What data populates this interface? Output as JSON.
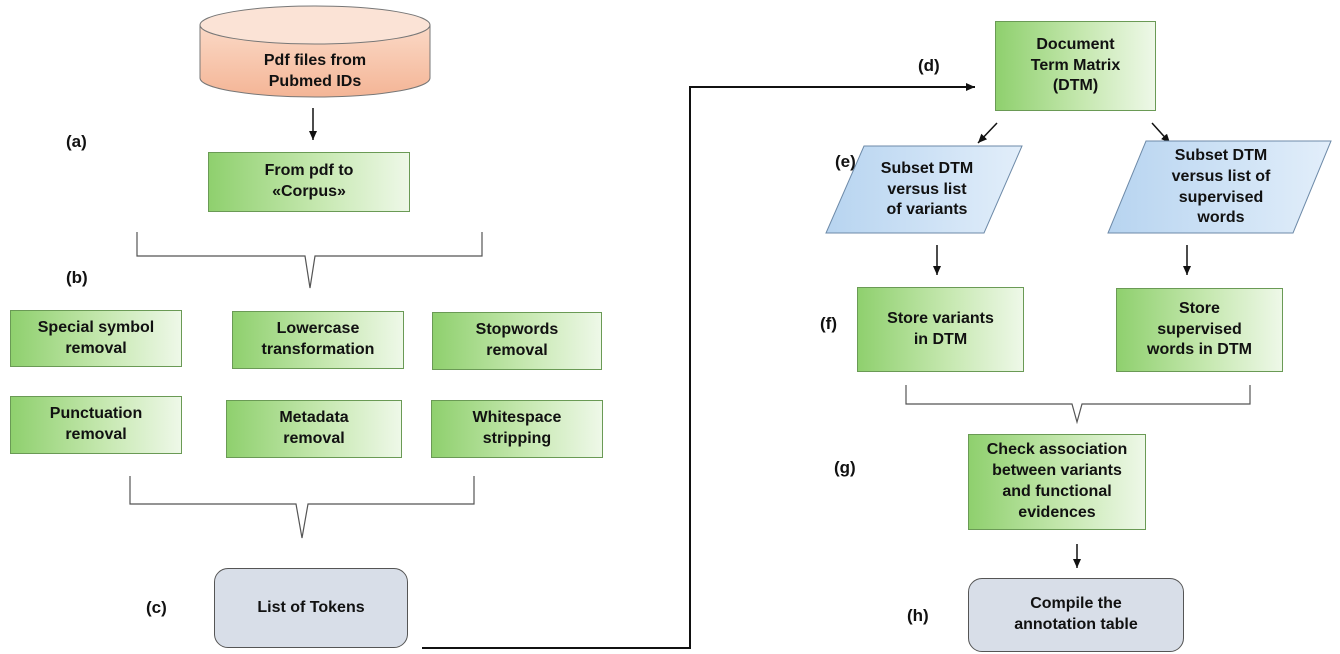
{
  "labels": {
    "a": "(a)",
    "b": "(b)",
    "c": "(c)",
    "d": "(d)",
    "e": "(e)",
    "f": "(f)",
    "g": "(g)",
    "h": "(h)"
  },
  "nodes": {
    "pdf_db": "Pdf files from\nPubmed IDs",
    "corpus": "From pdf to\n«Corpus»",
    "special_symbol": "Special  symbol\nremoval",
    "lowercase": "Lowercase\ntransformation",
    "stopwords": "Stopwords\nremoval",
    "punctuation": "Punctuation\nremoval",
    "metadata": "Metadata\nremoval",
    "whitespace": "Whitespace\nstripping",
    "tokens": "List of Tokens",
    "dtm": "Document\nTerm Matrix\n(DTM)",
    "subset_variants": "Subset DTM\nversus list\nof variants",
    "subset_words": "Subset DTM\nversus list of\nsupervised\nwords",
    "store_variants": "Store variants\nin DTM",
    "store_words": "Store\nsupervised\nwords in DTM",
    "check_assoc": "Check association\nbetween variants\nand functional\nevidences",
    "compile": "Compile the\nannotation table"
  },
  "colors": {
    "green_start": "#8fd06e",
    "green_end": "#eef8e8",
    "blue_fill": "#c9dff3",
    "cylinder_fill": "#f6c1a5",
    "terminal_fill": "#d8dee8"
  }
}
